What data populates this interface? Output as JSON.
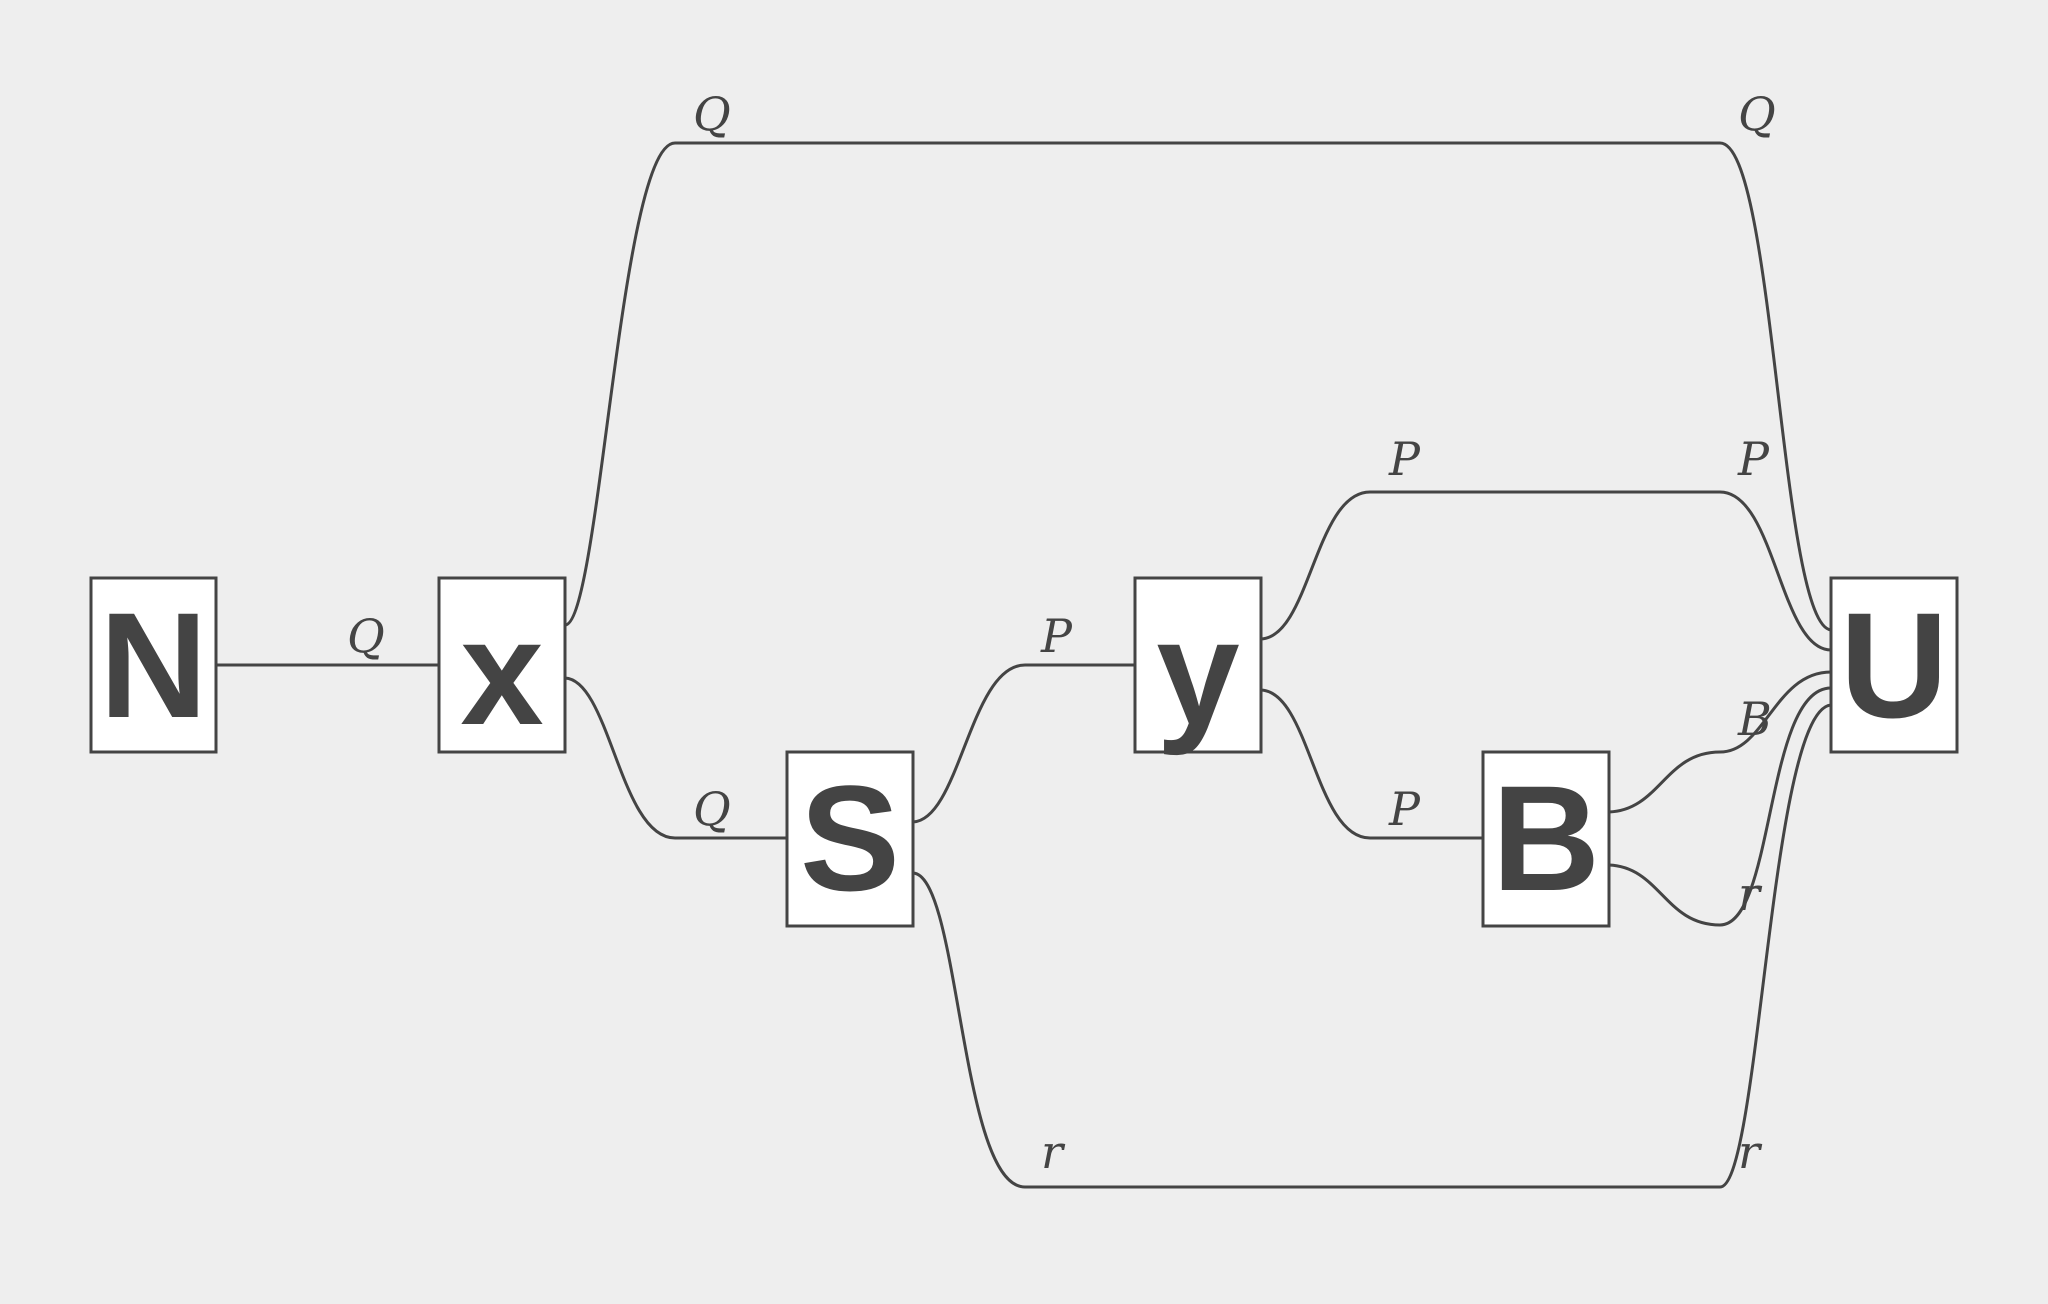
{
  "diagram": {
    "boxes": [
      {
        "id": "N",
        "label": "N"
      },
      {
        "id": "x",
        "label": "x"
      },
      {
        "id": "S",
        "label": "S"
      },
      {
        "id": "y",
        "label": "y"
      },
      {
        "id": "B",
        "label": "B"
      },
      {
        "id": "U",
        "label": "U"
      }
    ],
    "wires": [
      {
        "id": "n-x",
        "from": "N",
        "to": "x",
        "labels": [
          "Q"
        ]
      },
      {
        "id": "x-u-top",
        "from": "x",
        "to": "U",
        "labels": [
          "Q",
          "Q"
        ]
      },
      {
        "id": "x-s",
        "from": "x",
        "to": "S",
        "labels": [
          "Q"
        ]
      },
      {
        "id": "s-y",
        "from": "S",
        "to": "y",
        "labels": [
          "P"
        ]
      },
      {
        "id": "y-u",
        "from": "y",
        "to": "U",
        "labels": [
          "P",
          "P"
        ]
      },
      {
        "id": "y-b",
        "from": "y",
        "to": "B",
        "labels": [
          "P"
        ]
      },
      {
        "id": "b-u-b",
        "from": "B",
        "to": "U",
        "labels": [
          "B"
        ]
      },
      {
        "id": "b-u-r",
        "from": "B",
        "to": "U",
        "labels": [
          "r"
        ]
      },
      {
        "id": "s-u-bottom",
        "from": "S",
        "to": "U",
        "labels": [
          "r",
          "r"
        ]
      }
    ]
  }
}
